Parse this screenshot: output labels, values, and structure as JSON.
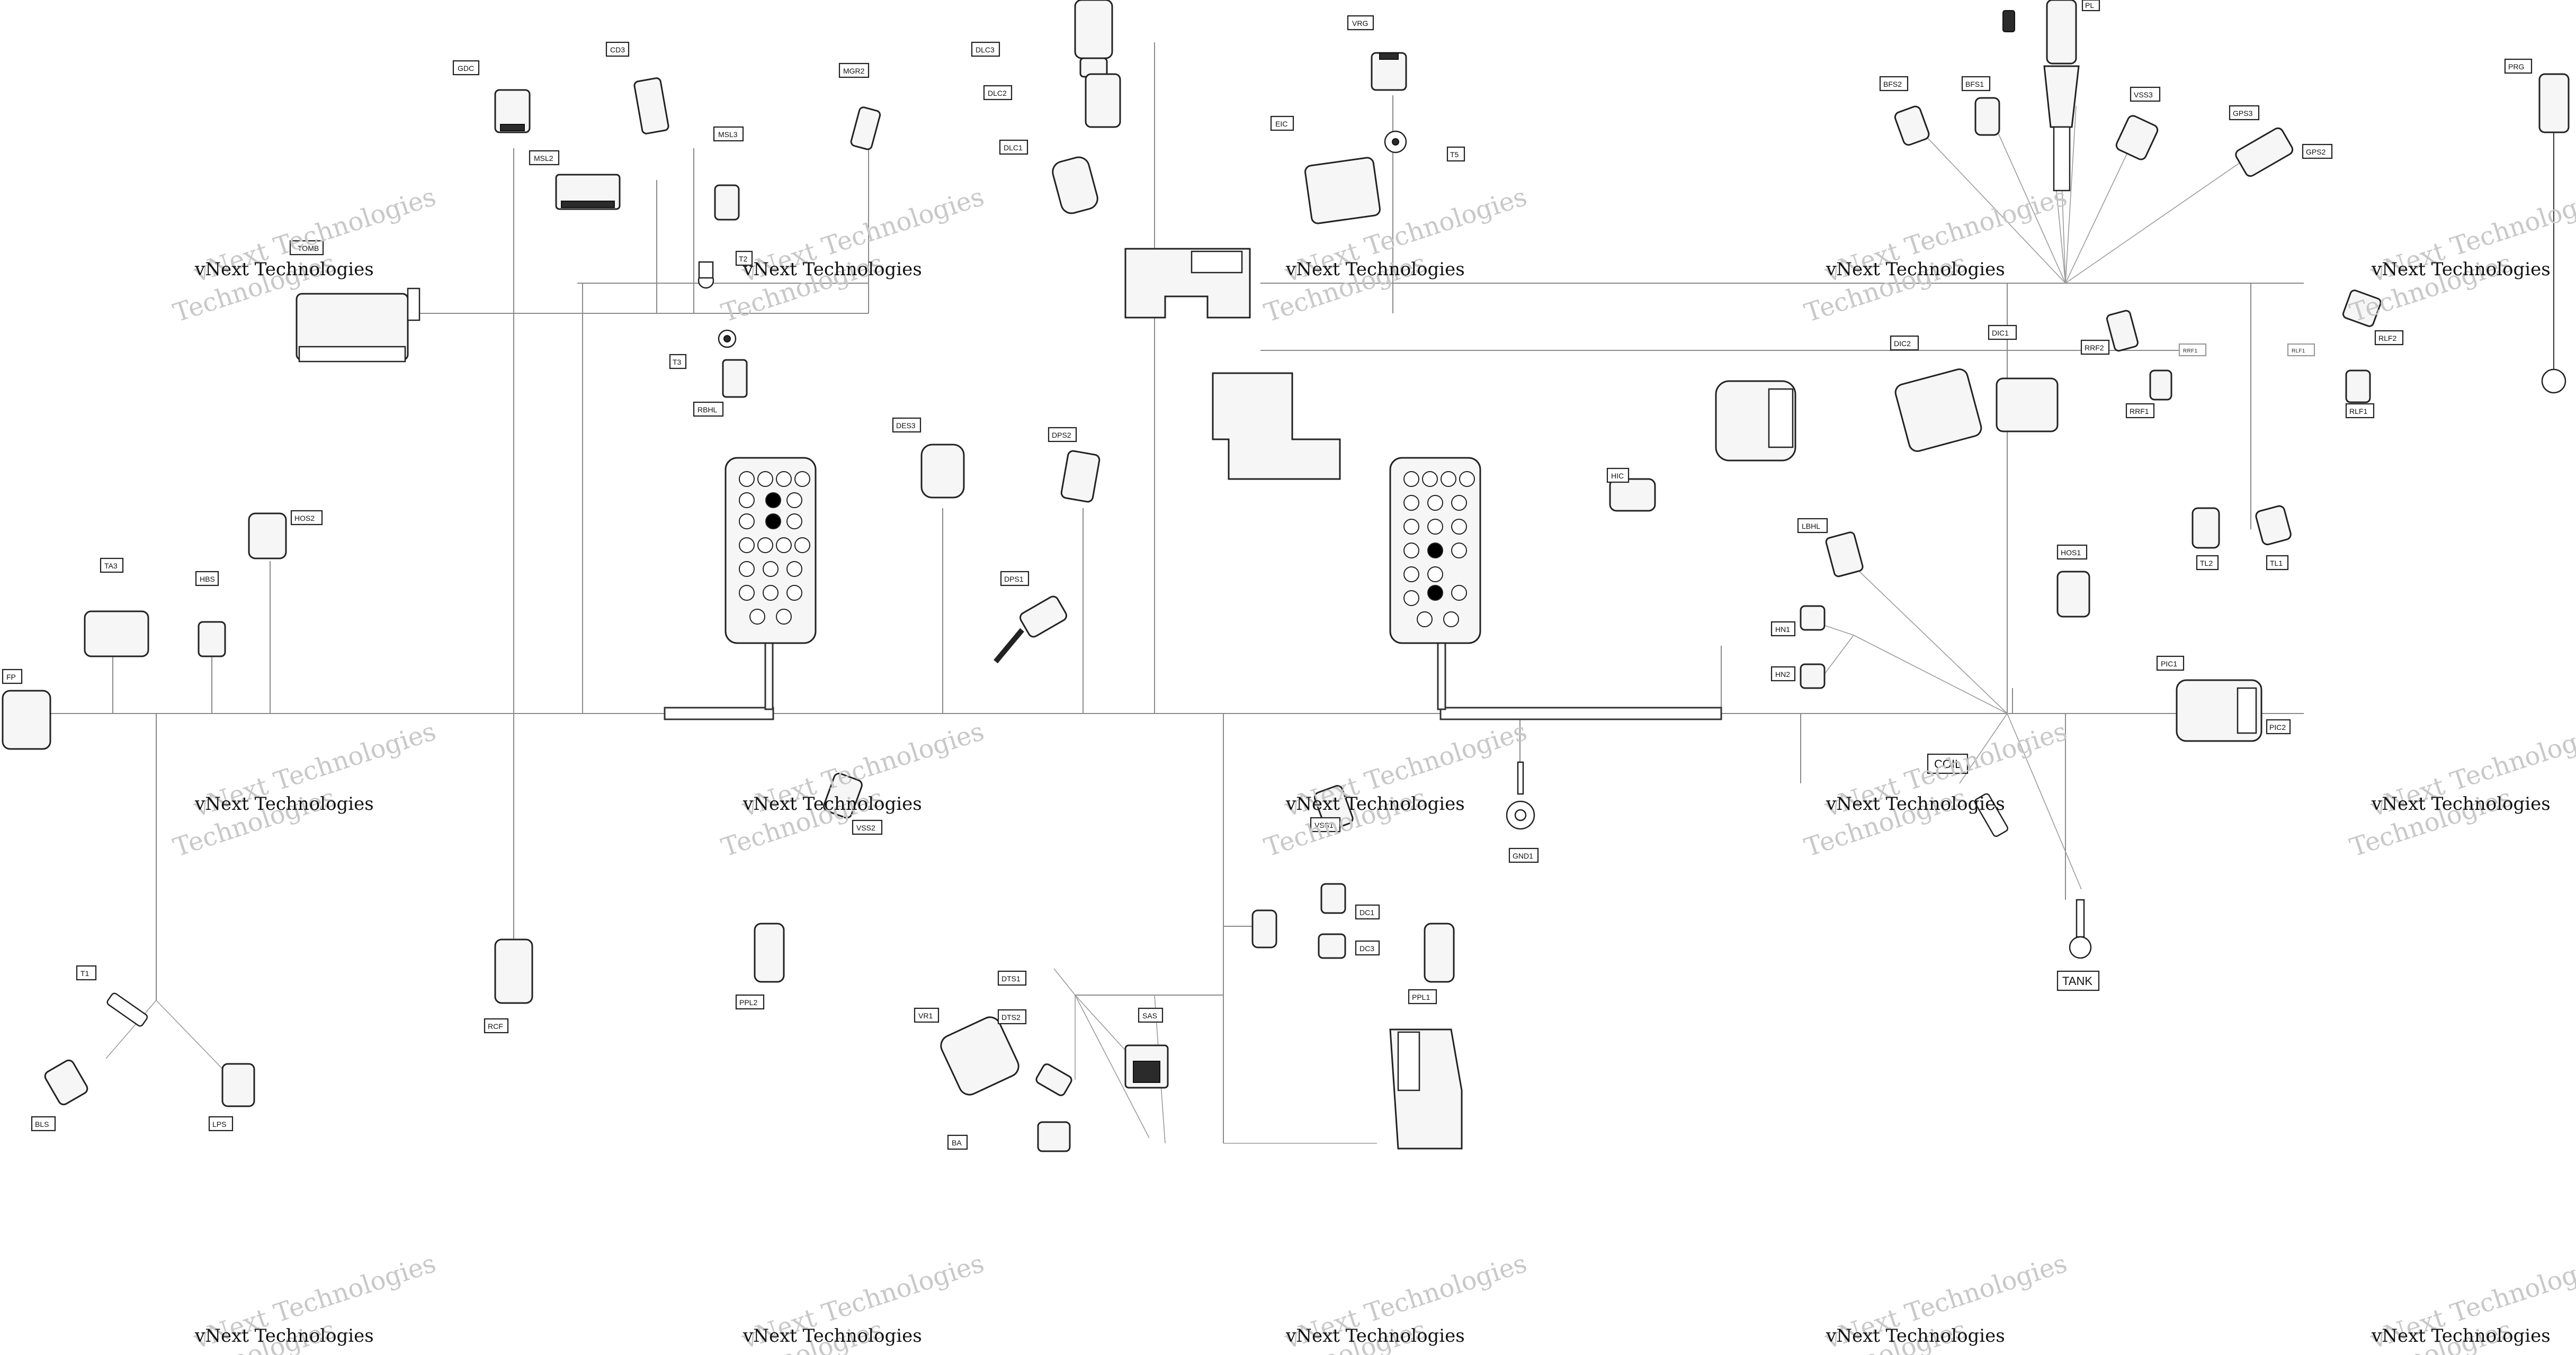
{
  "watermark": {
    "line1": "vNext Technologies",
    "line2": "Technologies"
  },
  "labels": {
    "tombs": "TOMB",
    "gdc": "GDC",
    "cd3": "CD3",
    "msl2": "MSL2",
    "msl3": "MSL3",
    "mgr2": "MGR2",
    "t2": "T2",
    "t3": "T3",
    "rbhl": "RBHL",
    "dlc3": "DLC3",
    "dlc2": "DLC2",
    "dlc1": "DLC1",
    "vrg": "VRG",
    "eic": "EIC",
    "t5": "T5",
    "ta3": "TA3",
    "hbs": "HBS",
    "hos2": "HOS2",
    "fp": "FP",
    "des3": "DES3",
    "dps2": "DPS2",
    "dps1": "DPS1",
    "hic": "HIC",
    "vss2": "VSS2",
    "vss1": "VSS1",
    "ppl2": "PPL2",
    "ppl1": "PPL1",
    "dc1": "DC1",
    "dc3": "DC3",
    "gnd1": "GND1",
    "dts1": "DTS1",
    "dts2": "DTS2",
    "vr1": "VR1",
    "sas": "SAS",
    "ba": "BA",
    "t1": "T1",
    "bls": "BLS",
    "lps": "LPS",
    "rcf": "RCF",
    "pl": "PL",
    "bfs2": "BFS2",
    "bfs1": "BFS1",
    "vss3": "VSS3",
    "gps3": "GPS3",
    "gps2": "GPS2",
    "prg": "PRG",
    "dic2": "DIC2",
    "dic1": "DIC1",
    "rrf2": "RRF2",
    "rrf1": "RRF1",
    "rlf2": "RLF2",
    "rlf1": "RLF1",
    "tl2": "TL2",
    "tl1": "TL1",
    "lbhl": "LBHL",
    "hn1": "HN1",
    "hn2": "HN2",
    "hos1": "HOS1",
    "pic1": "PIC1",
    "pic2": "PIC2",
    "coil": "COIL",
    "tank": "TANK",
    "rrf_wire": "RRF1",
    "rlf_wire": "RLF1"
  },
  "colors": {
    "background": "#ffffff",
    "ink": "#222222",
    "wire": "#8a8a8a",
    "watermark_grey": "#c8c8c8"
  }
}
